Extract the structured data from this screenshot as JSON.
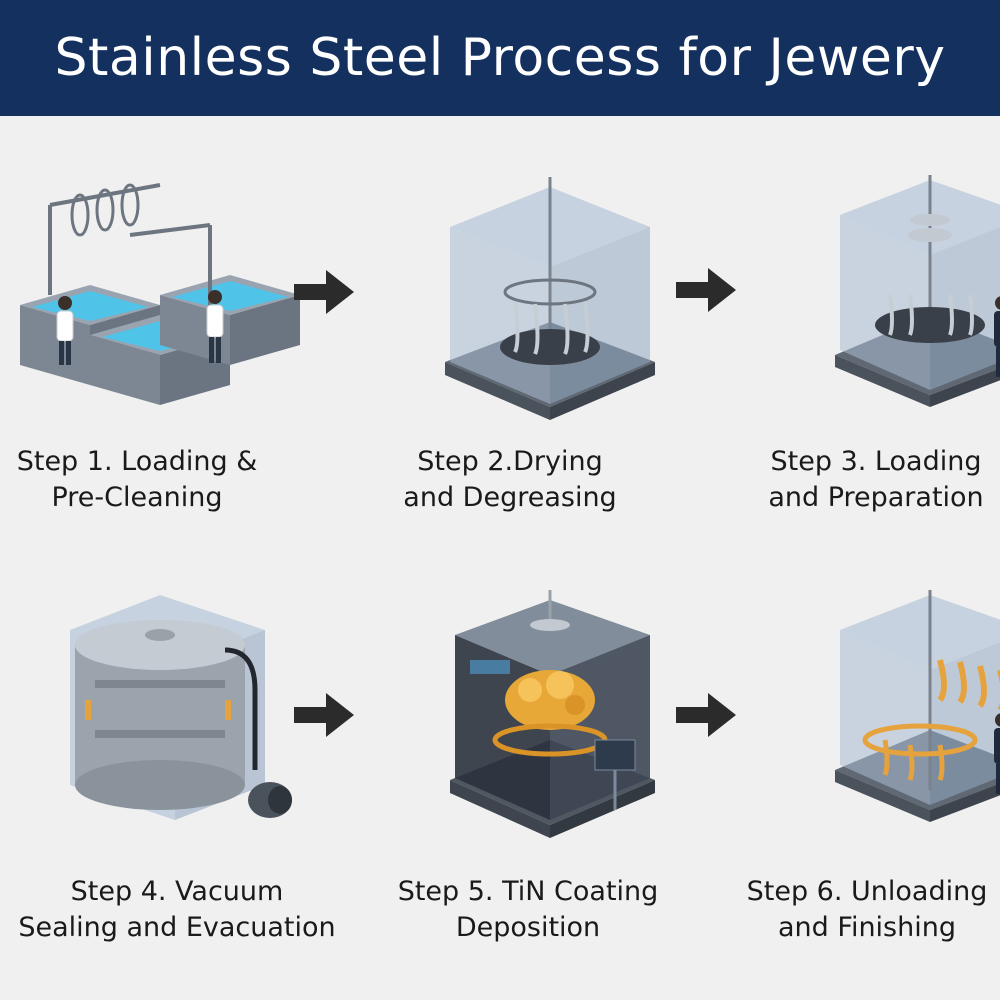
{
  "header": {
    "title": "Stainless Steel Process for Jewery"
  },
  "steps": [
    {
      "line1": "Step 1. Loading &",
      "line2": "Pre-Cleaning"
    },
    {
      "line1": "Step 2.Drying",
      "line2": "and Degreasing"
    },
    {
      "line1": "Step 3. Loading",
      "line2": "and Preparation"
    },
    {
      "line1": "Step 4. Vacuum",
      "line2": "Sealing and Evacuation"
    },
    {
      "line1": "Step 5. TiN Coating",
      "line2": "Deposition"
    },
    {
      "line1": "Step 6. Unloading",
      "line2": "and Finishing"
    }
  ],
  "colors": {
    "header_bg": "#14305e",
    "header_text": "#ffffff",
    "background": "#f0f0f0",
    "arrow": "#2b2b2b",
    "chamber_glass": "#a9bcd3",
    "water": "#4fc3e8",
    "coating_gold": "#e8a838"
  }
}
